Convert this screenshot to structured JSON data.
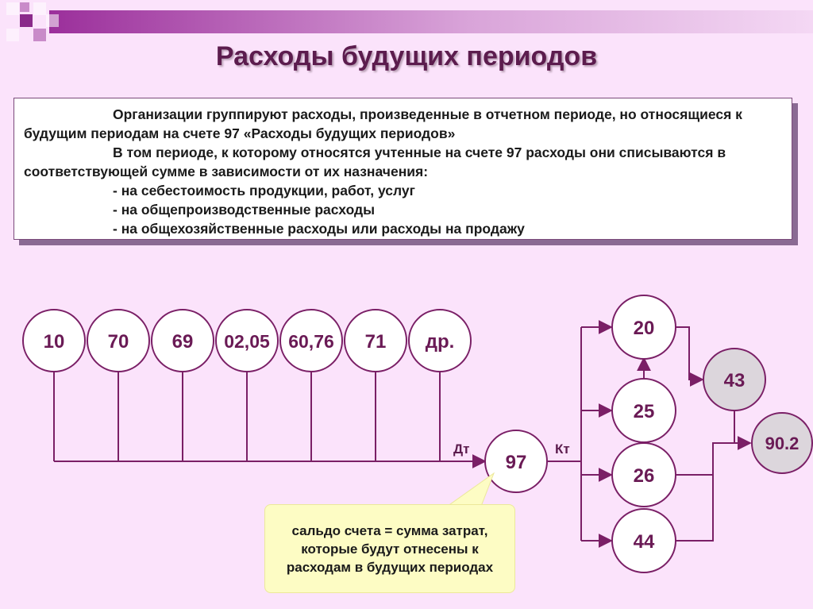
{
  "title": "Расходы будущих периодов",
  "description": {
    "paragraph1": "Организации группируют расходы, произведенные в отчетном периоде, но относящиеся к будущим периодам на счете 97 «Расходы будущих периодов»",
    "paragraph2": "В том периоде, к которому относятся учтенные на счете 97 расходы они списываются в соответствующей сумме в зависимости от их назначения:",
    "bullets": [
      "- на себестоимость продукции, работ, услуг",
      "- на общепроизводственные расходы",
      "- на общехозяйственные расходы или расходы на продажу"
    ]
  },
  "diagram": {
    "source_nodes": [
      "10",
      "70",
      "69",
      "02,05",
      "60,76",
      "71",
      "др."
    ],
    "center_node": "97",
    "debit_label": "Дт",
    "credit_label": "Кт",
    "target_nodes": [
      "20",
      "25",
      "26",
      "44"
    ],
    "intermediate_node": "43",
    "final_node": "90.2"
  },
  "callout": "сальдо счета = сумма затрат, которые будут отнесены к расходам в будущих периодах",
  "colors": {
    "background": "#fbe3fb",
    "title": "#5c1c4e",
    "lines": "#7a1f66",
    "gray_node": "#dcd6dc",
    "callout_bg": "#fdfcc4"
  }
}
